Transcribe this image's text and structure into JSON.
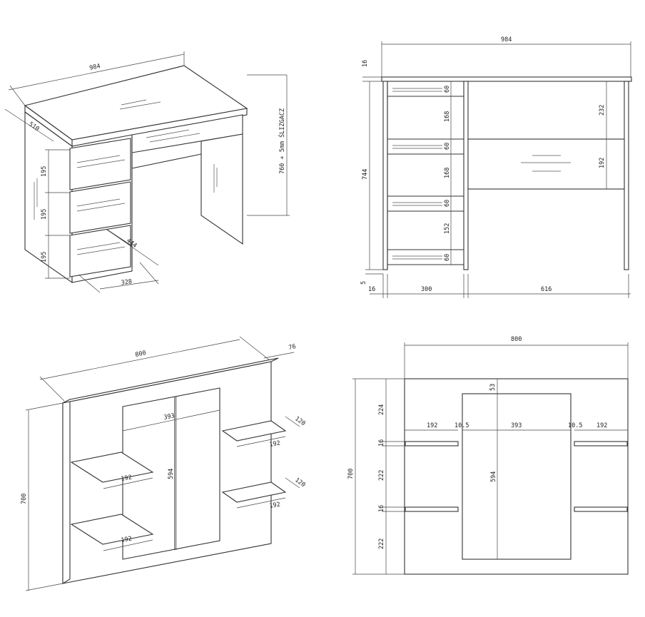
{
  "desk": {
    "iso": {
      "width": "984",
      "depth": "510",
      "height_note": "760 + 5mm ŚLIZGACZ",
      "drawer_heights": [
        "195",
        "195",
        "195"
      ],
      "drawer_depth": "444",
      "drawer_width": "328"
    },
    "front": {
      "width": "984",
      "top": "16",
      "height": "744",
      "glide": "5",
      "side": "16",
      "left_width": "300",
      "right_width": "616",
      "left_stack": [
        "60",
        "168",
        "60",
        "168",
        "60",
        "152",
        "60"
      ],
      "right_stack": [
        "232",
        "192"
      ]
    }
  },
  "shelf_panel": {
    "iso": {
      "width": "800",
      "depth": "76",
      "height": "700",
      "mirror_width": "393",
      "mirror_height": "594",
      "shelf_depth": [
        "120",
        "120"
      ],
      "shelf_widths": [
        "192",
        "192",
        "192",
        "192"
      ]
    },
    "front": {
      "width": "800",
      "height": "700",
      "mirror_top": "53",
      "mirror_width": "393",
      "mirror_height": "594",
      "gap": "10.5",
      "shelf_width": "192",
      "shelf_thickness": "16",
      "vertical_stack": [
        "224",
        "16",
        "222",
        "16",
        "222"
      ]
    }
  }
}
